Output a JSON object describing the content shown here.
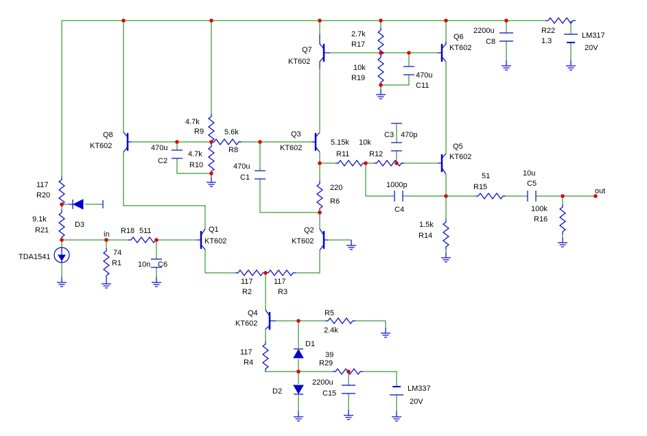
{
  "colors": {
    "wire": "#008000",
    "component": "#0000cc",
    "junction": "#e00000",
    "background": "#ffffff",
    "text": "#000000"
  },
  "labels": {
    "q7": "Q7",
    "q7_type": "KT602",
    "q6": "Q6",
    "q6_type": "KT602",
    "q8": "Q8",
    "q8_type": "KT602",
    "q3": "Q3",
    "q3_type": "KT602",
    "q5": "Q5",
    "q5_type": "KT602",
    "q1": "Q1",
    "q1_type": "KT602",
    "q2": "Q2",
    "q2_type": "KT602",
    "q4": "Q4",
    "q4_type": "KT602",
    "r17": "R17",
    "r17_val": "2.7k",
    "r19": "R19",
    "r19_val": "10k",
    "c11": "C11",
    "c11_val": "470u",
    "c8": "C8",
    "c8_val": "2200u",
    "r22": "R22",
    "r22_val": "1.3",
    "lm317": "LM317",
    "lm317_v": "20V",
    "r9": "R9",
    "r9_val": "4.7k",
    "r8": "R8",
    "r8_val": "5.6k",
    "r10": "R10",
    "r10_val": "4.7k",
    "c2": "C2",
    "c2_val": "470u",
    "c1": "C1",
    "c1_val": "470u",
    "c3": "C3",
    "c3_val": "470p",
    "r11": "R11",
    "r11_val": "5.15k",
    "r12": "R12",
    "r12_val": "10k",
    "r6": "R6",
    "r6_val": "220",
    "c4": "C4",
    "c4_val": "1000p",
    "r15": "R15",
    "r15_val": "51",
    "c5": "C5",
    "c5_val": "10u",
    "r16": "R16",
    "r16_val": "100k",
    "r14": "R14",
    "r14_val": "1.5k",
    "out": "out",
    "r20": "R20",
    "r20_val": "117",
    "r21": "R21",
    "r21_val": "9.1k",
    "d3": "D3",
    "tda": "TDA1541",
    "in": "in",
    "r18": "R18",
    "r18_val": "511",
    "r1": "R1",
    "r1_val": "74",
    "c6": "C6",
    "c6_val": "10n",
    "r2": "R2",
    "r2_val": "117",
    "r3": "R3",
    "r3_val": "117",
    "r5": "R5",
    "r5_val": "2.4k",
    "d1": "D1",
    "r4": "R4",
    "r4_val": "117",
    "r29": "R29",
    "r29_val": "39",
    "c15": "C15",
    "c15_val": "2200u",
    "d2": "D2",
    "lm337": "LM337",
    "lm337_v": "20V"
  }
}
